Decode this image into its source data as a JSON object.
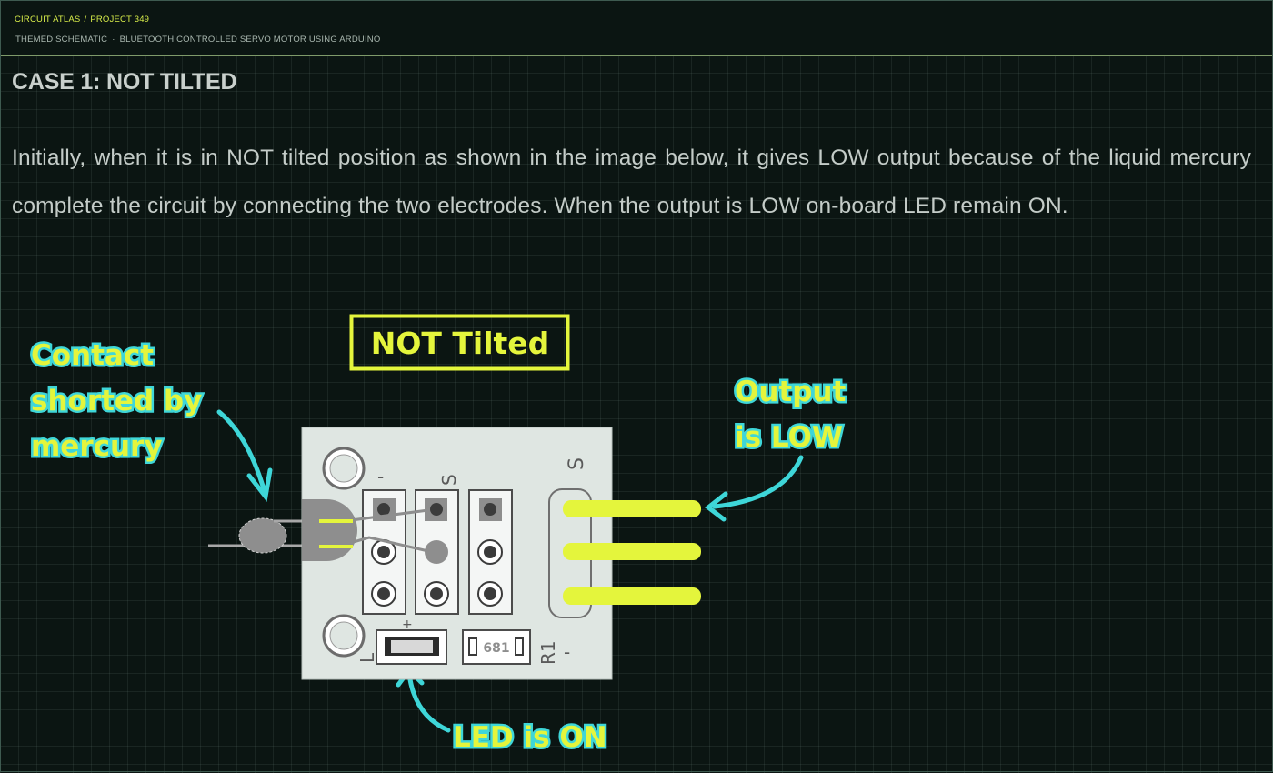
{
  "header": {
    "breadcrumb_site": "CIRCUIT ATLAS",
    "breadcrumb_project": "PROJECT 349",
    "subtitle_kind": "THEMED SCHEMATIC",
    "subtitle_title": "BLUETOOTH CONTROLLED SERVO MOTOR USING ARDUINO"
  },
  "section": {
    "title": "CASE 1: NOT TILTED",
    "paragraph": "Initially, when it is in NOT tilted position as shown in the image below, it gives LOW output because of the liquid mercury complete the circuit by connecting the two electrodes. When the output is LOW on-board LED remain ON."
  },
  "figure": {
    "state_label": "NOT Tilted",
    "label_contact_line1": "Contact",
    "label_contact_line2": "shorted by",
    "label_contact_line3": "mercury",
    "label_output_line1": "Output",
    "label_output_line2": "is LOW",
    "label_led": "LED is ON",
    "silk_minus_top": "-",
    "silk_s_mid": "S",
    "silk_s_right": "S",
    "silk_plus": "+",
    "silk_l": "L",
    "silk_r1": "R1",
    "silk_minus_bottom": "-",
    "resistor_code": "681"
  },
  "colors": {
    "background": "#0b1512",
    "grid": "#2a3a34",
    "accent_yellow": "#e4f53c",
    "label_cyan": "#3ed6d8",
    "board": "#dfe6e2",
    "pad_gray": "#8e8e8e",
    "text_light": "#c4ccc8"
  }
}
